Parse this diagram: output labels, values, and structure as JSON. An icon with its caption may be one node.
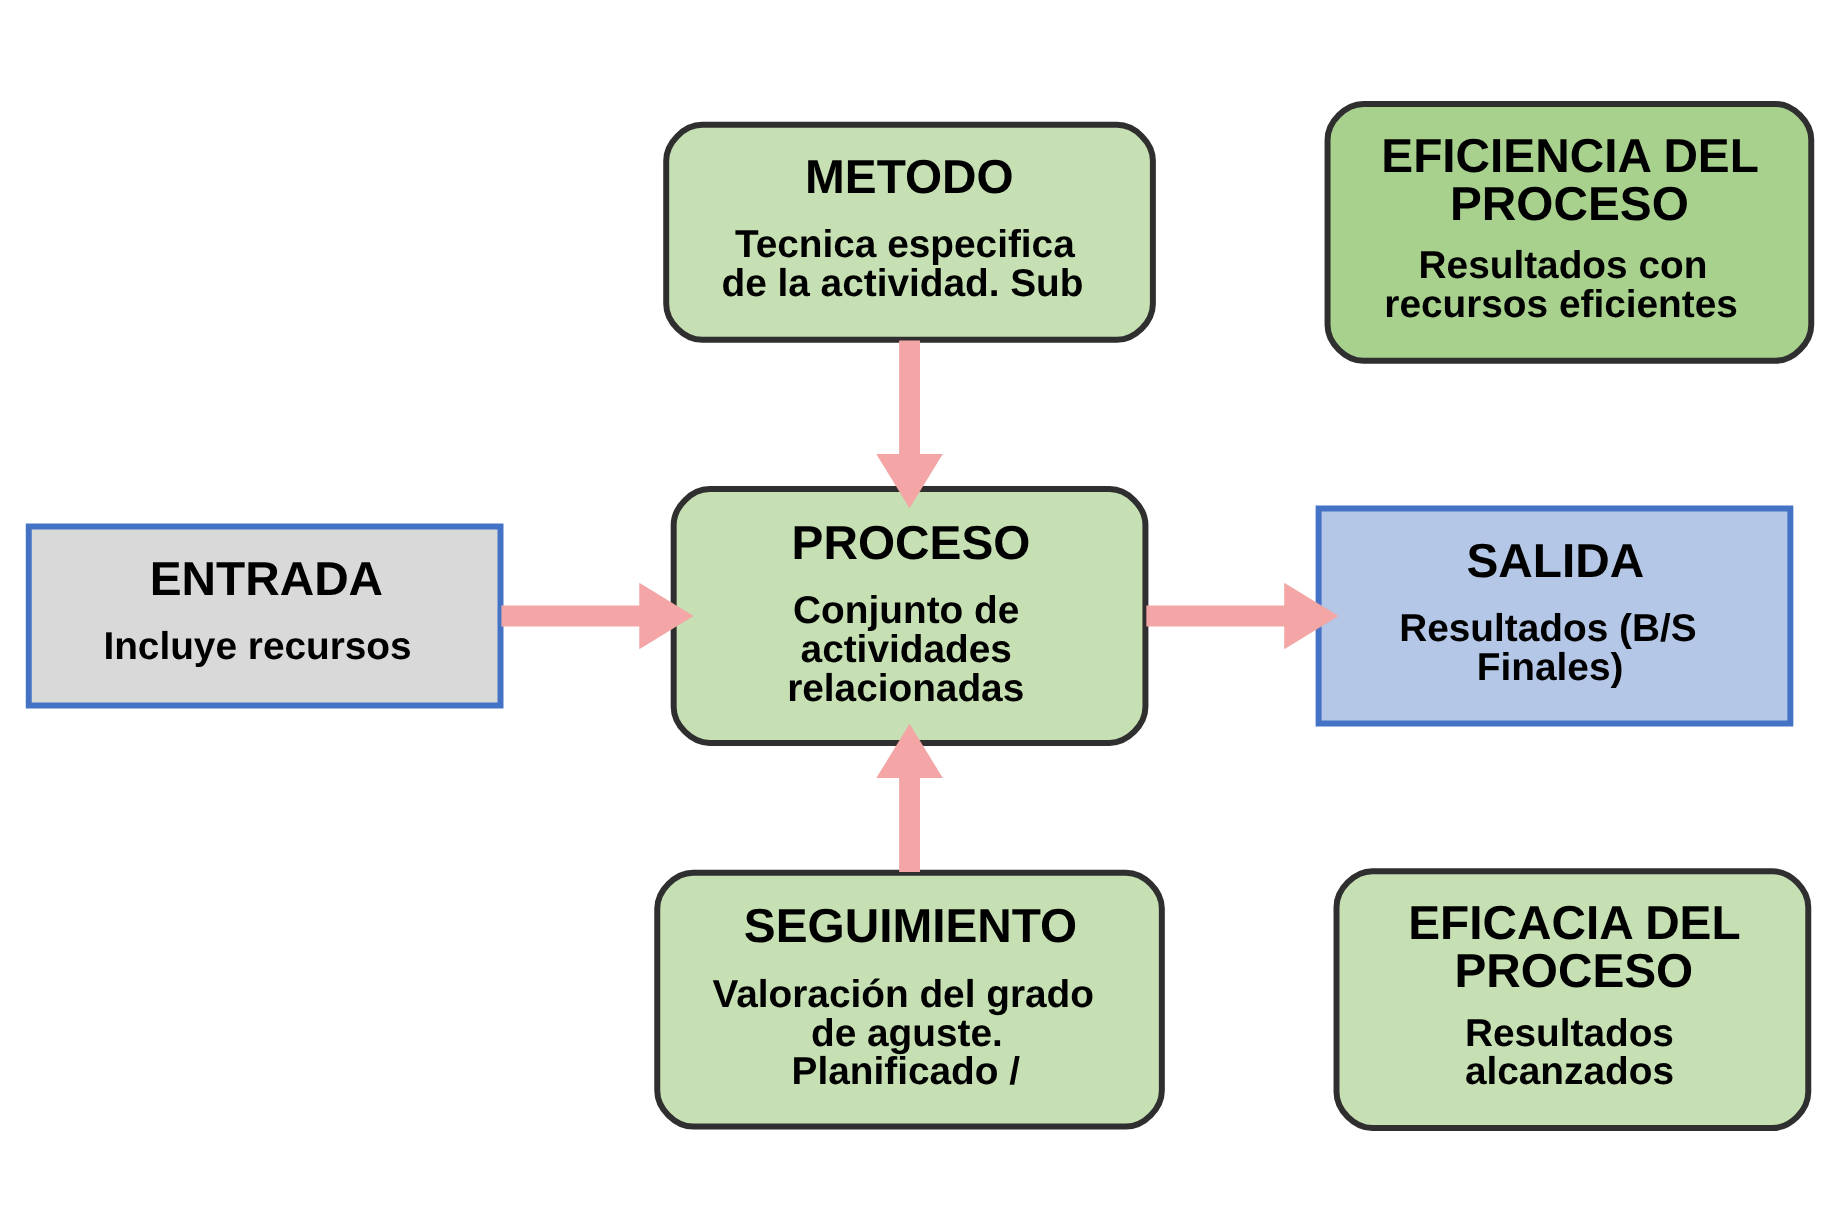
{
  "diagram": {
    "nodes": [
      {
        "text": [
          "METODO",
          "Tecnica especifica de la actividad. Sub"
        ]
      },
      {
        "text": [
          "EFICIENCIA DEL PROCESO",
          "Resultados con recursos eficientes"
        ]
      },
      {
        "text": [
          "ENTRADA",
          "Incluye recursos"
        ]
      },
      {
        "text": [
          "PROCESO",
          "Conjunto de actividades relacionadas"
        ]
      },
      {
        "text": [
          "SALIDA",
          "Resultados (B/S Finales)"
        ]
      },
      {
        "text": [
          "EFICACIA DEL PROCESO",
          "Resultados alcanzados"
        ]
      },
      {
        "text": [
          "SEGUIMIENTO",
          "Valoración del grado de aguste. Planificado /"
        ]
      }
    ],
    "edges": [
      {
        "from": 0,
        "to": 3,
        "arrow": "to"
      },
      {
        "from": 2,
        "to": 3,
        "arrow": "to"
      },
      {
        "from": 3,
        "to": 4,
        "arrow": "to"
      },
      {
        "from": 6,
        "to": 3,
        "arrow": "to"
      }
    ]
  }
}
